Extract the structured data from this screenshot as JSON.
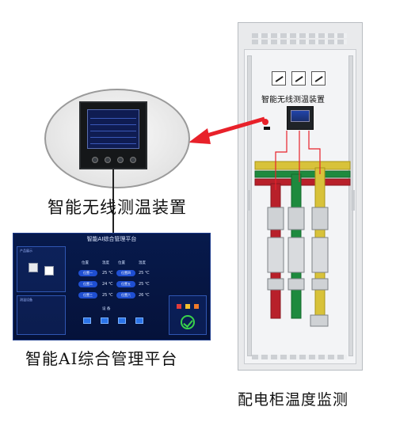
{
  "captions": {
    "device": "智能无线测温装置",
    "platform": "智能AI综合管理平台",
    "cabinet": "配电柜温度监测"
  },
  "cabinet": {
    "label": "智能无线测温装置"
  },
  "platform": {
    "title": "智能AI综合管理平台",
    "sidebar": {
      "panel1_label": "产品展示",
      "panel2_label": "测温设备"
    },
    "columns": [
      "位置",
      "温度",
      "位置",
      "温度"
    ],
    "rows": [
      {
        "pos1": "位置一",
        "temp1": "25 ℃",
        "pos2": "位置四",
        "temp2": "25 ℃"
      },
      {
        "pos1": "位置二",
        "temp1": "24 ℃",
        "pos2": "位置五",
        "temp2": "25 ℃"
      },
      {
        "pos1": "位置三",
        "temp1": "25 ℃",
        "pos2": "位置六",
        "temp2": "26 ℃"
      }
    ],
    "bottom_section_title": "设 备"
  },
  "colors": {
    "arrow": "#e8212a",
    "busbar_red": "#b8202a",
    "busbar_green": "#1e8a3e",
    "busbar_yellow": "#d8c23a",
    "platform_bg": "#071a4c",
    "check_green": "#39d24b"
  },
  "icons": [
    "thermometer-gauge-icon",
    "check-circle-icon"
  ]
}
